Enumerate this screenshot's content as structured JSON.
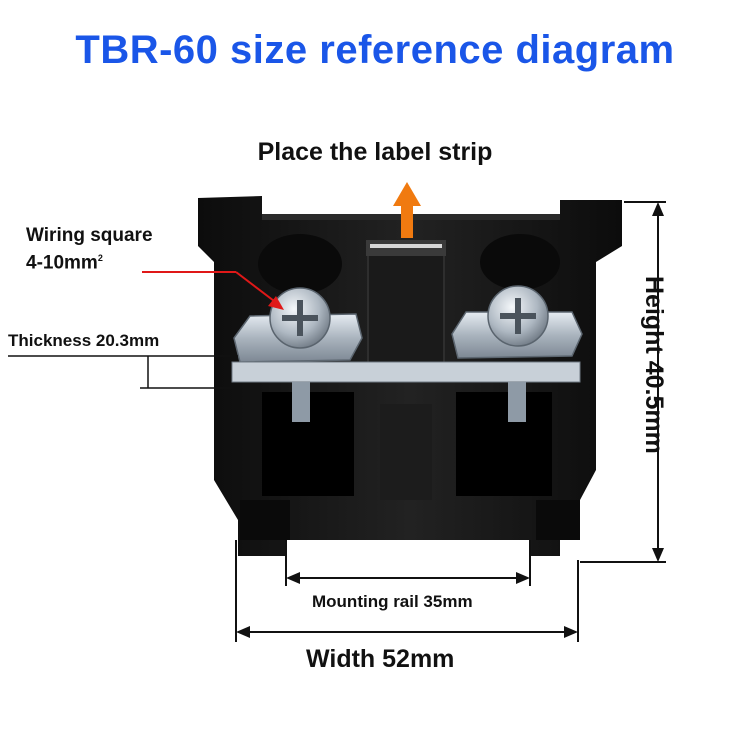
{
  "title": "TBR-60 size reference diagram",
  "labels": {
    "label_strip": "Place the label strip",
    "wiring_line1": "Wiring square",
    "wiring_line2": "4-10mm",
    "wiring_sup": "2",
    "thickness": "Thickness 20.3mm",
    "height": "Height 40.5mm",
    "mounting_rail": "Mounting rail 35mm",
    "width": "Width 52mm"
  },
  "colors": {
    "title": "#1a56e8",
    "arrow_up": "#f07a10",
    "pointer": "#e01818",
    "block": "#141414",
    "metal": "#b8c2cc"
  }
}
